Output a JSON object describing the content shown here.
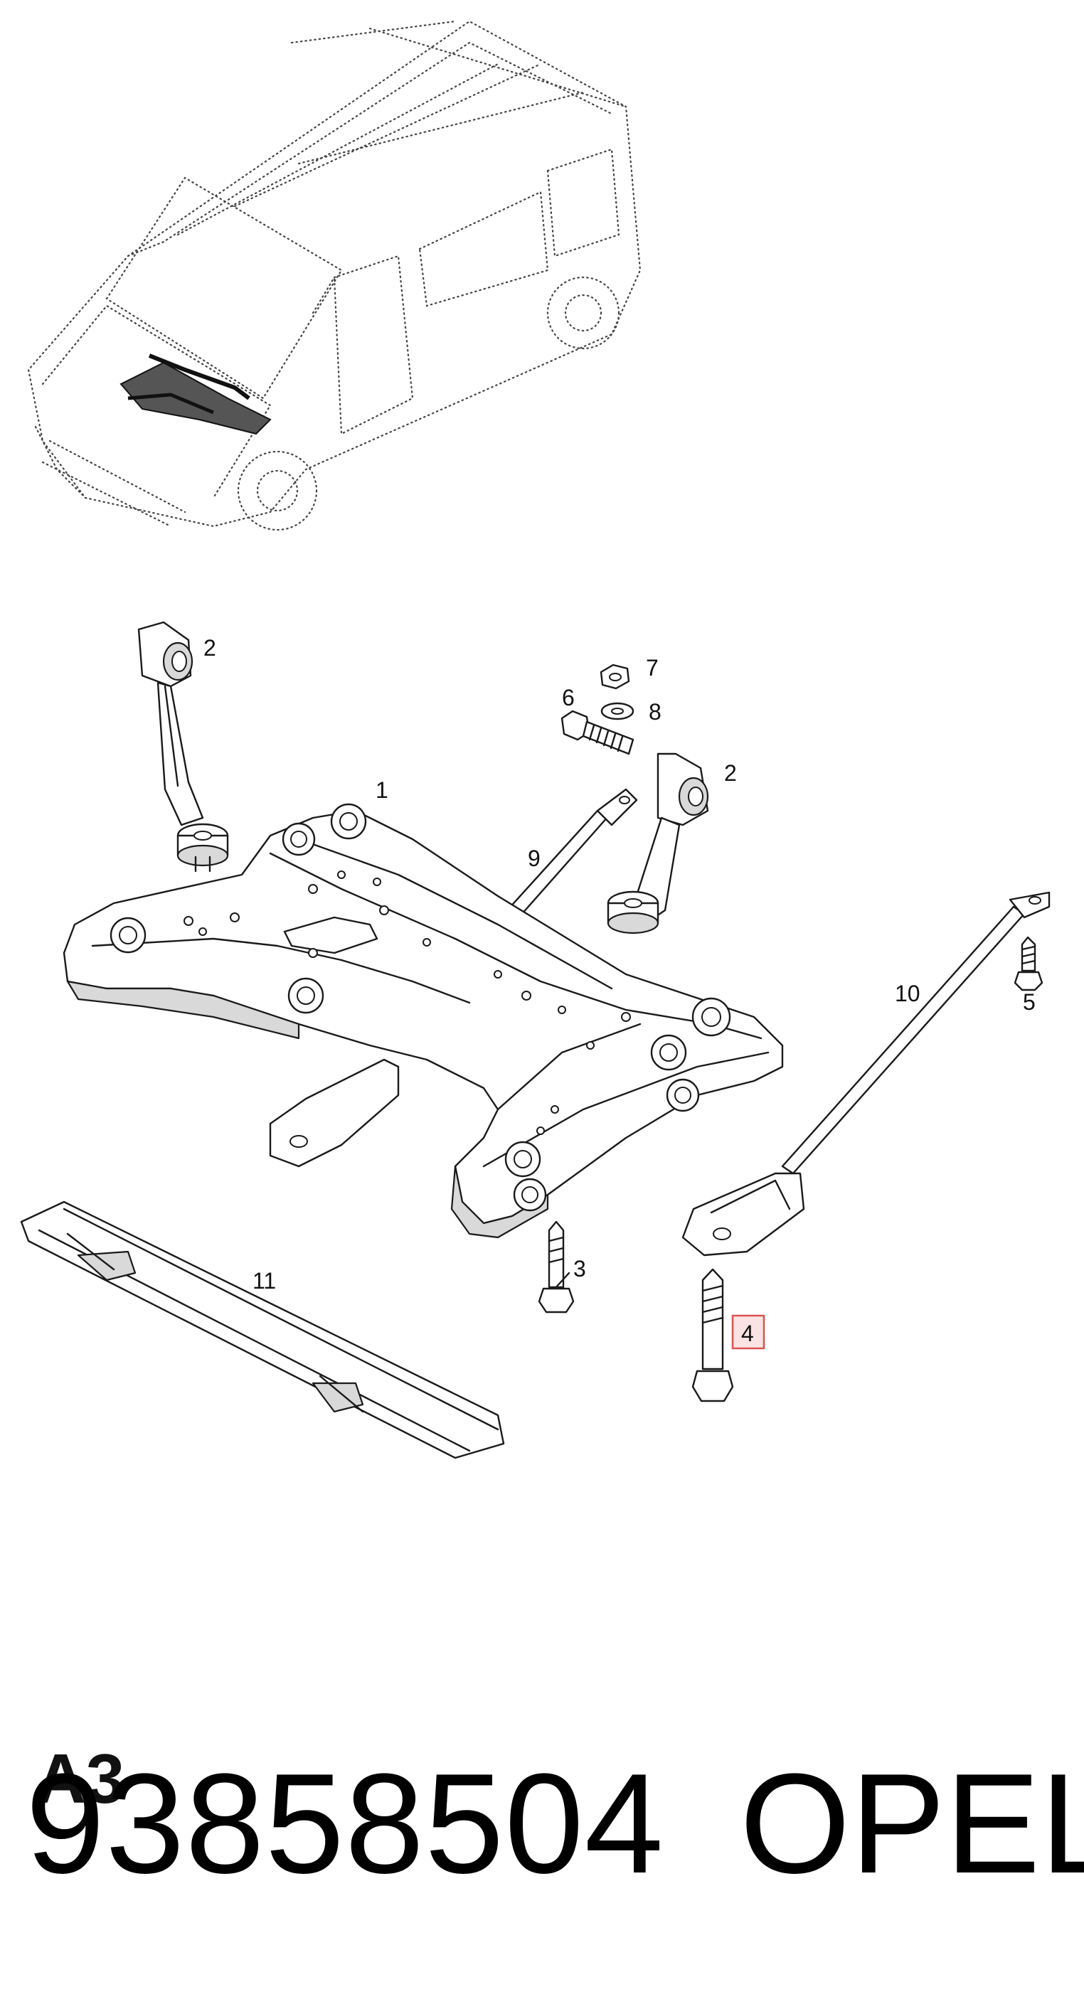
{
  "callouts": {
    "c1": "1",
    "c2a": "2",
    "c2b": "2",
    "c3": "3",
    "c4": "4",
    "c5": "5",
    "c6": "6",
    "c7": "7",
    "c8": "8",
    "c9": "9",
    "c10": "10",
    "c11": "11"
  },
  "highlight_color": "#d9534f",
  "highlight_fill": "#fbe3e3",
  "page_code": "A3",
  "part_number": "93858504",
  "brand": "OPEL"
}
